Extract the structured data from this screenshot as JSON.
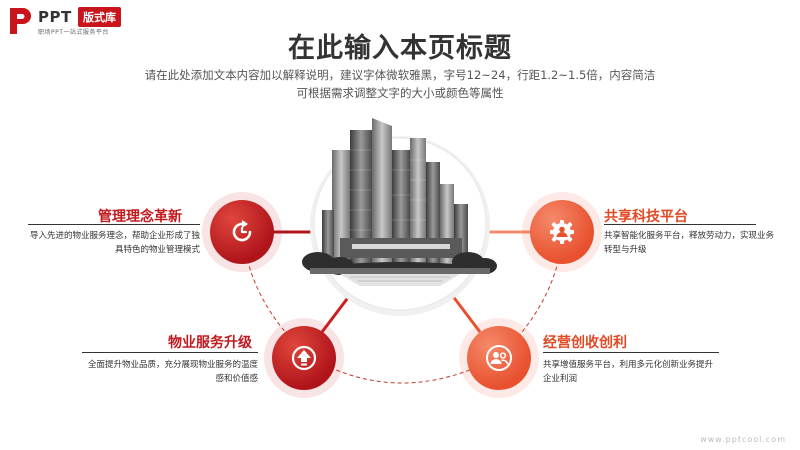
{
  "logo": {
    "brand": "PPT",
    "badge": "版式库",
    "tagline": "职场PPT一站式服务平台"
  },
  "title": "在此输入本页标题",
  "subtitle_lines": [
    "请在此处添加文本内容加以解释说明，建议字体微软雅黑，字号12~24，行距1.2~1.5倍，内容简洁",
    "可根据需求调整文字的大小或颜色等属性"
  ],
  "nodes": [
    {
      "title": "管理理念革新",
      "desc": "导入先进的物业服务理念，帮助企业形成了独具特色的物业管理模式",
      "icon": "refresh-clock-icon"
    },
    {
      "title": "共享科技平台",
      "desc": "共享智能化服务平台，释放劳动力，实现业务转型与升级",
      "icon": "gear-user-icon"
    },
    {
      "title": "物业服务升级",
      "desc": "全面提升物业品质，充分展现物业服务的温度感和价值感",
      "icon": "upgrade-arrow-icon"
    },
    {
      "title": "经营创收创利",
      "desc": "共享增值服务平台，利用多元化创新业务提升企业利润",
      "icon": "people-icon"
    }
  ],
  "watermark": "www.pptcool.com",
  "colors": {
    "dark_red": "#b0141b",
    "red": "#c01a1e",
    "orange": "#e8502e"
  }
}
